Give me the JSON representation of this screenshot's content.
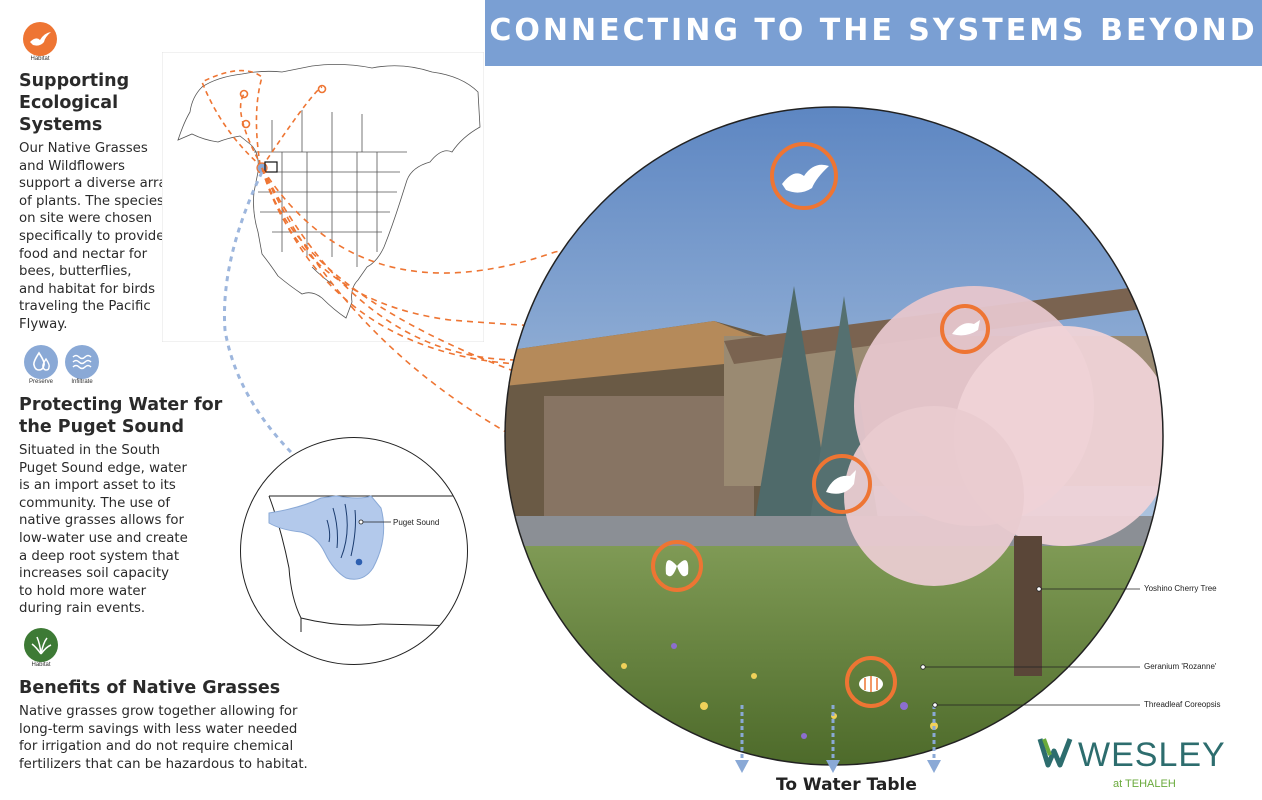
{
  "banner": {
    "title": "CONNECTING TO THE SYSTEMS BEYOND"
  },
  "sections": [
    {
      "badges": [
        "Habitat"
      ],
      "heading_lines": [
        "Supporting",
        "Ecological",
        "Systems"
      ],
      "body_lines": [
        "Our Native Grasses",
        "and Wildflowers",
        "support a diverse array",
        "of plants.  The species",
        "on site were chosen",
        "specifically to provide",
        "food and nectar for",
        "bees, butterflies,",
        "and habitat for birds",
        "traveling the Pacific",
        "Flyway."
      ]
    },
    {
      "badges": [
        "Preserve",
        "Infiltrate"
      ],
      "heading_lines": [
        "Protecting Water for",
        "the Puget Sound"
      ],
      "body_lines": [
        "Situated in the South",
        "Puget Sound edge, water",
        "is an import asset to its",
        "community.  The use of",
        "native grasses allows for",
        "low-water use and create",
        "a deep root system that",
        "increases soil capacity",
        "to hold more water",
        "during rain events."
      ]
    },
    {
      "badges": [
        "Habitat"
      ],
      "heading_lines": [
        "Benefits of Native Grasses"
      ],
      "body_lines": [
        "Native grasses grow together allowing for",
        "long-term savings with less water needed",
        "for irrigation and do not require chemical",
        "fertilizers that can be hazardous to habitat."
      ]
    }
  ],
  "map_labels": {
    "puget_sound": "Puget Sound"
  },
  "callouts": {
    "cherry": "Yoshino Cherry Tree",
    "geranium": "Geranium 'Rozanne'",
    "coreopsis": "Threadleaf Coreopsis"
  },
  "water_table": "To Water Table",
  "logo": {
    "word": "WESLEY",
    "sub": "at TEHALEH"
  },
  "colors": {
    "banner": "#7a9fd3",
    "orange": "#ee7533",
    "water": "#8aa9d6",
    "sky": "#6f93c8",
    "grass": "#6b8a3a"
  },
  "icons": [
    "bird-icon",
    "water-drop-icon",
    "waves-icon",
    "grass-icon",
    "butterfly-icon",
    "bee-icon"
  ]
}
